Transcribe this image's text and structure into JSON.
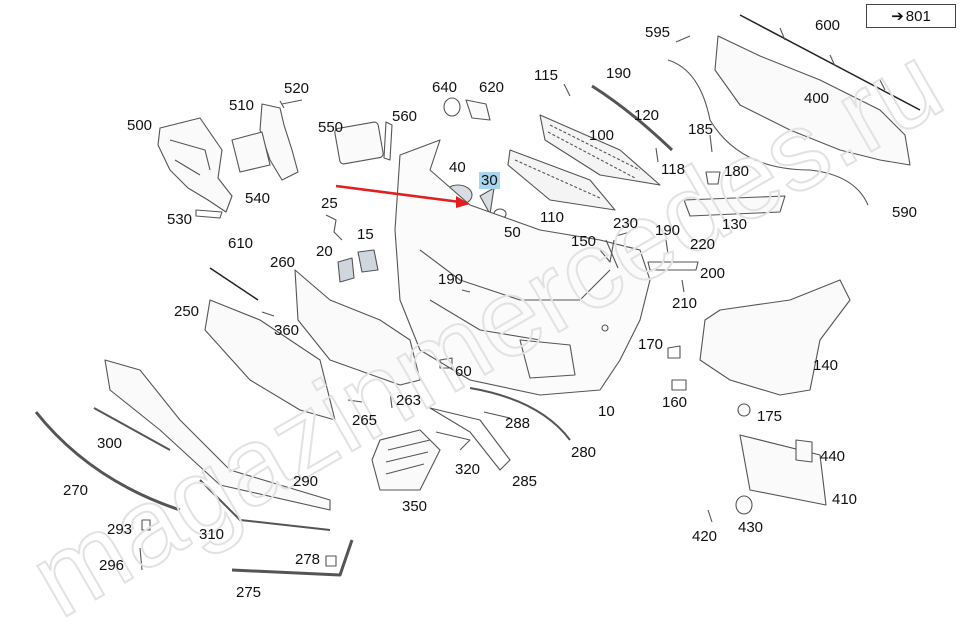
{
  "reference": {
    "arrow_glyph": "➔",
    "target": "801"
  },
  "highlight_color": "#a9d6ef",
  "arrow_color": "#e02020",
  "watermark": {
    "text": "magazinmercedes.ru",
    "color": "#d8d8d8"
  },
  "labels": {
    "p500": "500",
    "p510": "510",
    "p520": "520",
    "p530": "530",
    "p540": "540",
    "p550": "550",
    "p560": "560",
    "p640": "640",
    "p620": "620",
    "p40": "40",
    "p30": "30",
    "p50": "50",
    "p25": "25",
    "p20": "20",
    "p15": "15",
    "p115": "115",
    "p190a": "190",
    "p120": "120",
    "p100": "100",
    "p118": "118",
    "p110": "110",
    "p595": "595",
    "p600": "600",
    "p400": "400",
    "p185": "185",
    "p180": "180",
    "p130": "130",
    "p590": "590",
    "p230": "230",
    "p150": "150",
    "p190b": "190",
    "p220": "220",
    "p200": "200",
    "p210": "210",
    "p190c": "190",
    "p610": "610",
    "p260": "260",
    "p250": "250",
    "p360": "360",
    "p170": "170",
    "p140": "140",
    "p160": "160",
    "p175": "175",
    "p60": "60",
    "p10": "10",
    "p263": "263",
    "p265": "265",
    "p288": "288",
    "p300": "300",
    "p280": "280",
    "p440": "440",
    "p410": "410",
    "p270": "270",
    "p290": "290",
    "p320": "320",
    "p285": "285",
    "p350": "350",
    "p293": "293",
    "p310": "310",
    "p420": "420",
    "p430": "430",
    "p296": "296",
    "p278": "278",
    "p275": "275"
  }
}
